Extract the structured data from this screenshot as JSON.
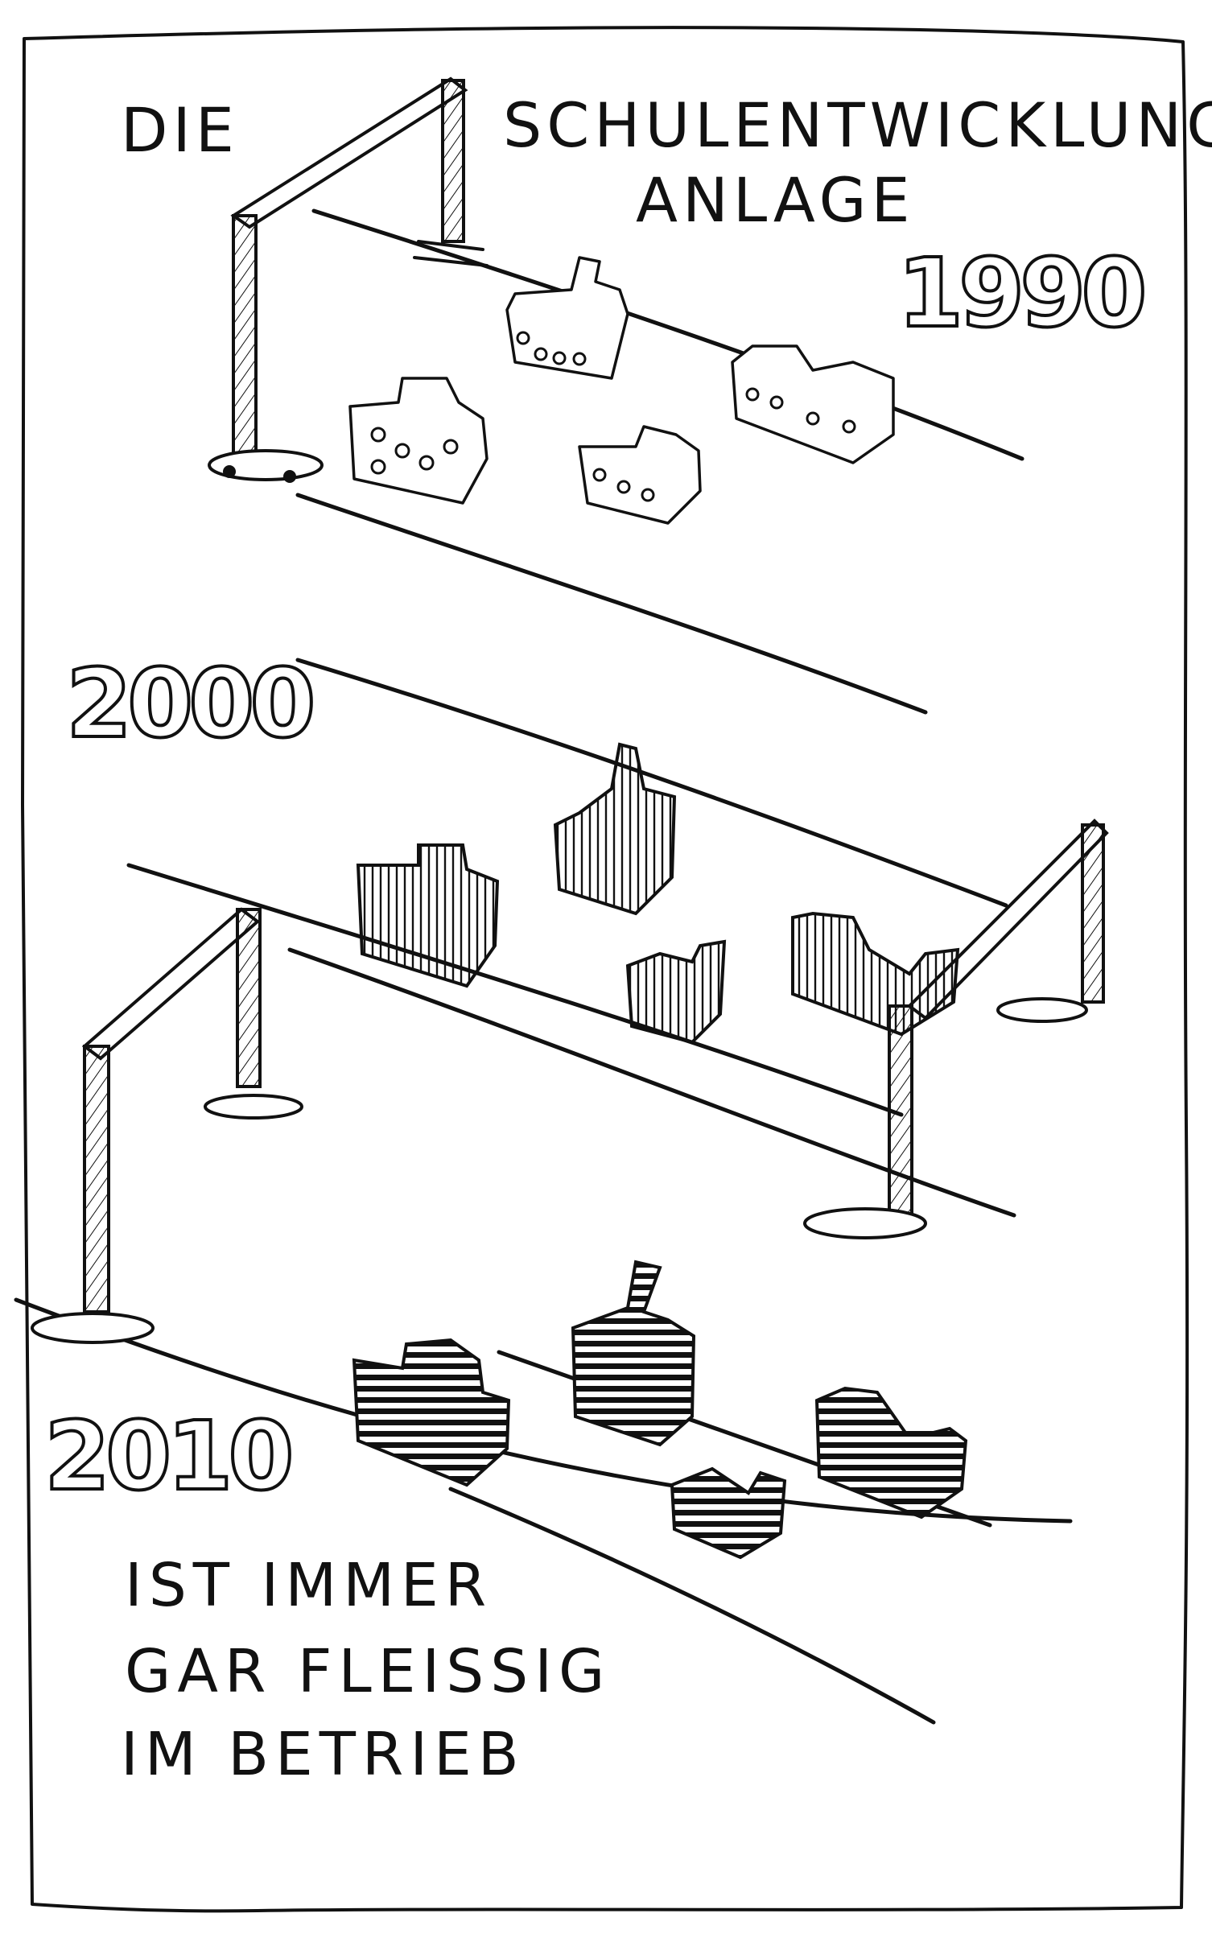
{
  "title": {
    "line1_left": "DIE",
    "line1_right": "SCHULENTWICKLUNGS-",
    "line2": "ANLAGE"
  },
  "years": {
    "first": "1990",
    "second": "2000",
    "third": "2010"
  },
  "caption": {
    "line1": "IST IMMER",
    "line2": "GAR FLEISSIG",
    "line3": "IM BETRIEB"
  }
}
